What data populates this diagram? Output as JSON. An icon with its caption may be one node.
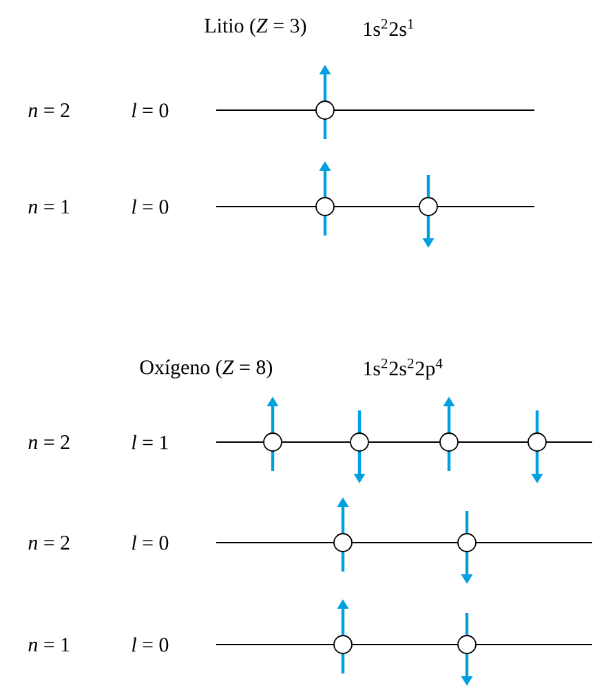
{
  "diagram": {
    "nodes": [
      {
        "text": [],
        "shape": "circle"
      },
      {
        "text": [],
        "shape": "circle"
      },
      {
        "text": [],
        "shape": "circle"
      },
      {
        "text": [],
        "shape": "circle"
      },
      {
        "text": [],
        "shape": "circle"
      },
      {
        "text": [],
        "shape": "circle"
      },
      {
        "text": [],
        "shape": "circle"
      },
      {
        "text": [],
        "shape": "circle"
      },
      {
        "text": [],
        "shape": "circle"
      },
      {
        "text": [],
        "shape": "circle"
      },
      {
        "text": [],
        "shape": "circle"
      }
    ],
    "labels": [
      "Litio (*Z* = 3)",
      "1s$^{2}$2s$^{1}$",
      "*n* = 2",
      "*l* = 0",
      "*n* = 1",
      "*l* = 0",
      "Oxígeno (*Z* = 8)",
      "1s$^{2}$2s$^{2}$2p$^{4}$",
      "*n* = 2",
      "*l* = 1",
      "*n* = 2",
      "*l* = 0",
      "*n* = 1",
      "*l* = 0"
    ]
  }
}
